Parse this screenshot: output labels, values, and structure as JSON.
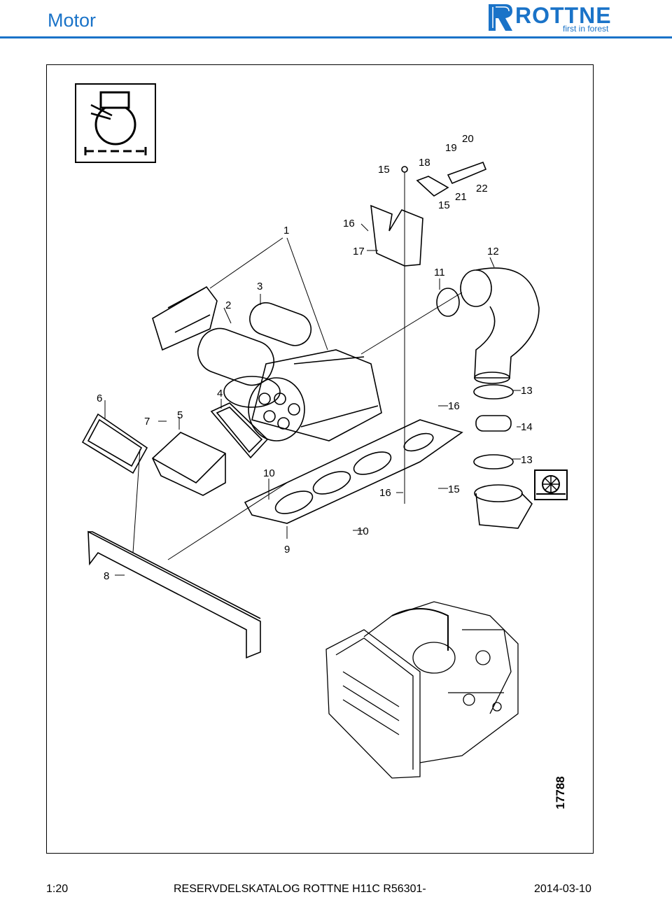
{
  "header": {
    "title": "Motor",
    "brand": "ROTTNE",
    "tagline": "first in forest",
    "accent_color": "#1a73c8"
  },
  "diagram": {
    "drawing_number": "17788",
    "callouts": [
      "1",
      "2",
      "3",
      "4",
      "5",
      "6",
      "7",
      "8",
      "9",
      "10",
      "10",
      "11",
      "12",
      "13",
      "13",
      "14",
      "15",
      "15",
      "15",
      "16",
      "16",
      "16",
      "17",
      "18",
      "19",
      "20",
      "21",
      "22"
    ]
  },
  "icons": [
    "engine-air-intake-icon",
    "turbo-fan-icon"
  ],
  "footer": {
    "scale": "1:20",
    "catalog": "RESERVDELSKATALOG  ROTTNE H11C R56301-",
    "date": "2014-03-10"
  }
}
